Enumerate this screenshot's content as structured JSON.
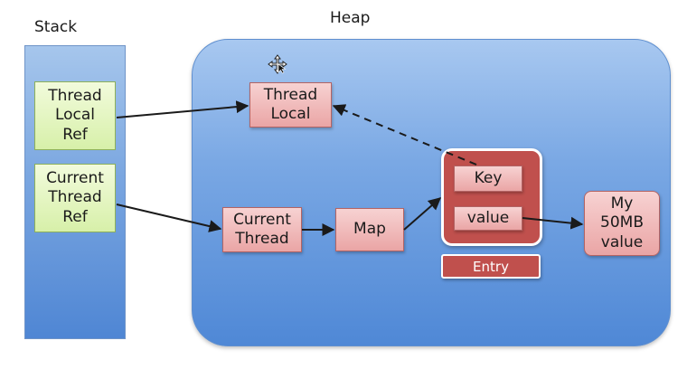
{
  "labels": {
    "stack": "Stack",
    "heap": "Heap"
  },
  "nodes": {
    "thread_local_ref": "Thread\nLocal\nRef",
    "current_thread_ref": "Current\nThread\nRef",
    "thread_local": "Thread\nLocal",
    "current_thread": "Current\nThread",
    "map": "Map",
    "key": "Key",
    "value": "value",
    "my_50mb_value": "My\n50MB\nvalue",
    "entry": "Entry"
  },
  "colors": {
    "stack_fill": "#7aa6e0",
    "heap_fill": "#7aa8e4",
    "ref_box": "#d7f0a9",
    "heap_object": "#eaa5a5",
    "entry": "#c0504d"
  },
  "icons": {
    "cursor": "move-cursor-icon"
  }
}
